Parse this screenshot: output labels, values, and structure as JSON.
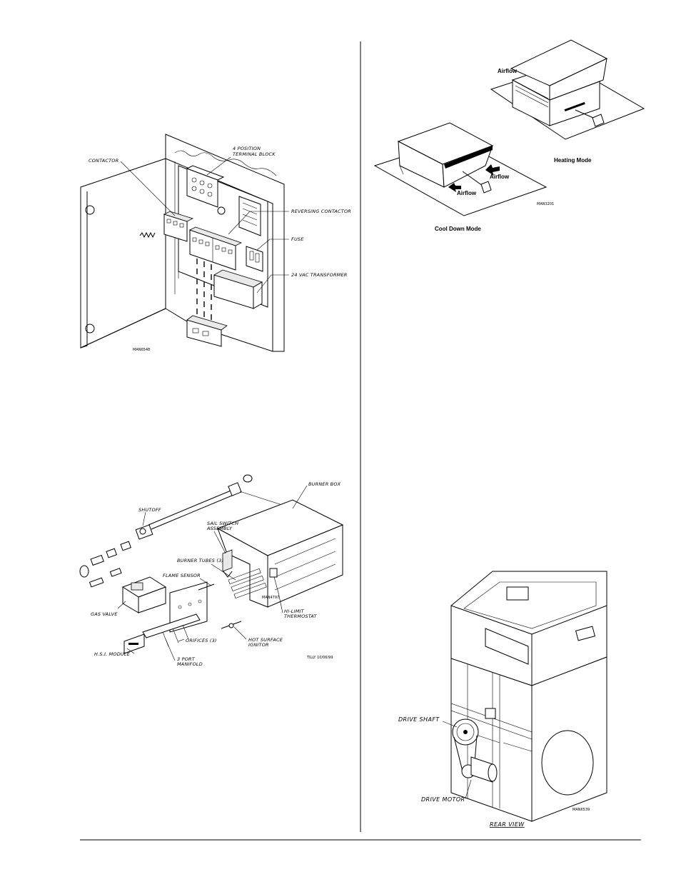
{
  "figures": {
    "control_panel": {
      "labels": {
        "contactor": "CONTACTOR",
        "terminal_block_1": "4 POSITION",
        "terminal_block_2": "TERMINAL BLOCK",
        "reversing_contactor": "REVERSING CONTACTOR",
        "fuse": "FUSE",
        "transformer": "24 VAC TRANSFORMER"
      },
      "drawing_id": "MAN6548"
    },
    "burner_assembly": {
      "labels": {
        "burner_box": "BURNER BOX",
        "shutoff": "SHUTOFF",
        "sail_switch_1": "SAIL SWITCH",
        "sail_switch_2": "ASSEMBLY",
        "burner_tubes": "BURNER TUBES (3)",
        "flame_sensor": "FLAME SENSOR",
        "gas_valve": "GAS VALVE",
        "hi_limit_1": "HI-LIMIT",
        "hi_limit_2": "THERMOSTAT",
        "hsi_module": "H.S.I. MODULE",
        "orifices": "ORIFICES (3)",
        "manifold_1": "3 PORT",
        "manifold_2": "MANIFOLD",
        "igniter_1": "HOT SURFACE",
        "igniter_2": "IGNITOR"
      },
      "drawing_id": "MAN4797",
      "signature": "TILLY 10/06/99"
    },
    "airflow_modes": {
      "labels": {
        "airflow_top": "Airflow",
        "airflow_right": "Airflow",
        "airflow_bottom": "Airflow",
        "heating_mode": "Heating Mode",
        "cool_down_mode": "Cool Down Mode"
      },
      "drawing_id": "MAN3201"
    },
    "rear_view": {
      "labels": {
        "drive_shaft": "DRIVE SHAFT",
        "drive_motor": "DRIVE MOTOR",
        "caption": "REAR VIEW"
      },
      "drawing_id": "MAN6539"
    }
  }
}
